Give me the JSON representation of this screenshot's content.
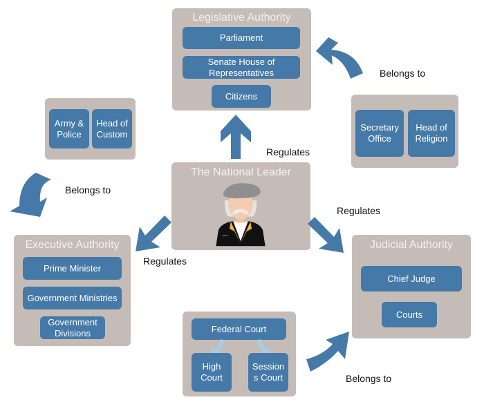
{
  "diagram": {
    "center": {
      "title": "The National Leader",
      "figure": "leader-avatar-icon"
    },
    "legislative": {
      "title": "Legislative Authority",
      "items": [
        "Parliament",
        "Senate House of Representatives",
        "Citizens"
      ]
    },
    "executive": {
      "title": "Executive Authority",
      "items": [
        "Prime Minister",
        "Government Ministries",
        "Government Divisions"
      ]
    },
    "judicial": {
      "title": "Judicial Authority",
      "items": [
        "Chief Judge",
        "Courts"
      ]
    },
    "secretary_group": {
      "items": [
        "Secretary Office",
        "Head of Religion"
      ]
    },
    "army_group": {
      "items": [
        "Army & Police",
        "Head of Custom"
      ]
    },
    "court_group": {
      "top": "Federal Court",
      "items": [
        "High Court",
        "Session s Court"
      ]
    },
    "labels": {
      "regulates_up": "Regulates",
      "regulates_left": "Regulates",
      "regulates_right": "Regulates",
      "belongs_top_right": "Belongs to",
      "belongs_left": "Belongs to",
      "belongs_bottom": "Belongs to"
    },
    "colors": {
      "panel": "#c5bcb8",
      "node": "#4579a8",
      "arrow": "#4579a8",
      "light_arrow": "#a9cde0"
    }
  }
}
